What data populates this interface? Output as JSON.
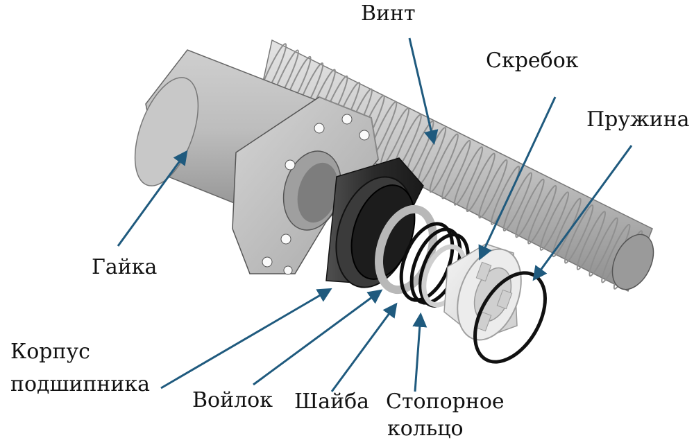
{
  "labels": {
    "screw": "Винт",
    "scraper": "Скребок",
    "spring": "Пружина",
    "nut": "Гайка",
    "bearing_housing_line1": "Корпус",
    "bearing_housing_line2": "подшипника",
    "felt": "Войлок",
    "washer": "Шайба",
    "retaining_ring_line1": "Стопорное",
    "retaining_ring_line2": "кольцо"
  },
  "colors": {
    "arrow": "#1f5a7e",
    "metal_light": "#d9d9d9",
    "metal_mid": "#b3b3b3",
    "metal_dark": "#7a7a7a",
    "housing_dark": "#2e2e2e",
    "ring_black": "#0d0d0d"
  }
}
